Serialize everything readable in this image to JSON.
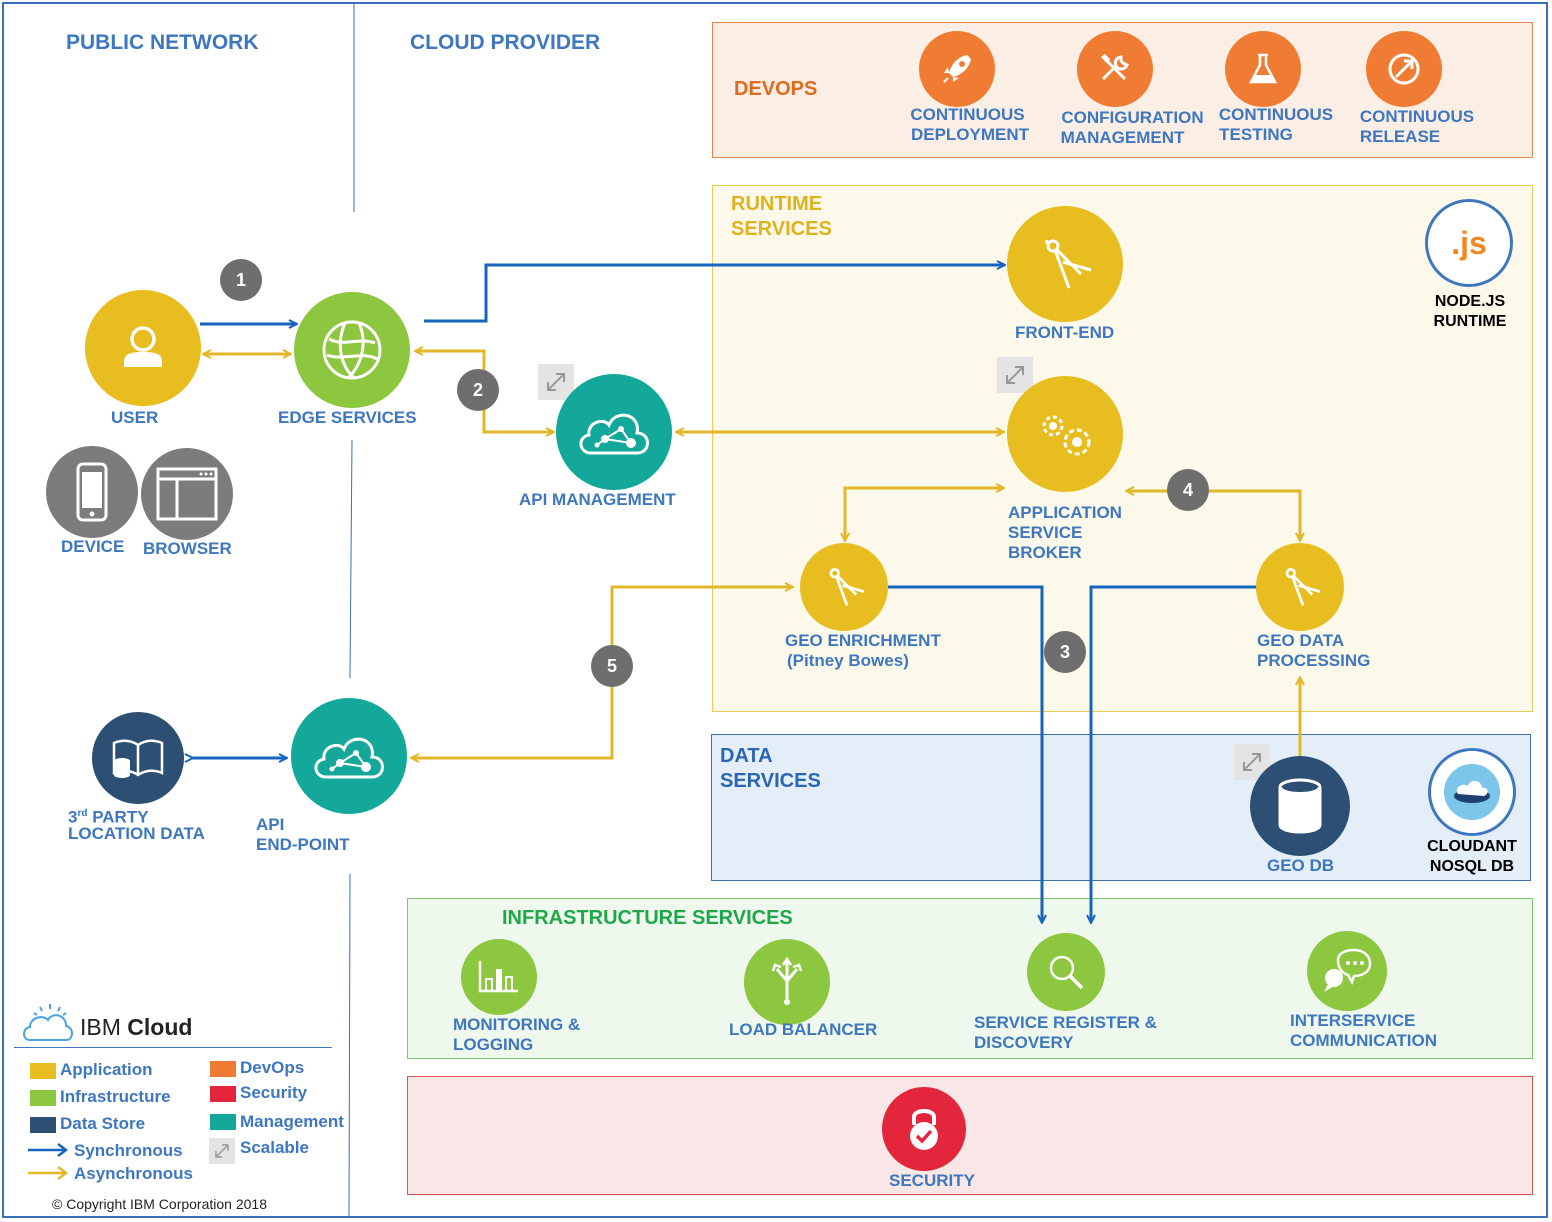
{
  "sections": {
    "public_network": "PUBLIC NETWORK",
    "cloud_provider": "CLOUD PROVIDER",
    "devops": "DEVOPS",
    "runtime_line1": "RUNTIME",
    "runtime_line2": "SERVICES",
    "data_line1": "DATA",
    "data_line2": "SERVICES",
    "infrastructure": "INFRASTRUCTURE SERVICES"
  },
  "devops": {
    "continuous_deployment": [
      "CONTINUOUS",
      "DEPLOYMENT"
    ],
    "configuration_management": [
      "CONFIGURATION",
      "MANAGEMENT"
    ],
    "continuous_testing": [
      "CONTINUOUS",
      "TESTING"
    ],
    "continuous_release": [
      "CONTINUOUS",
      "RELEASE"
    ]
  },
  "nodes": {
    "user": "USER",
    "edge_services": "EDGE SERVICES",
    "device": "DEVICE",
    "browser": "BROWSER",
    "api_management": "API MANAGEMENT",
    "front_end": "FRONT-END",
    "app_broker": [
      "APPLICATION",
      "SERVICE",
      "BROKER"
    ],
    "geo_enrichment": [
      "GEO ENRICHMENT",
      "(Pitney Bowes)"
    ],
    "geo_processing": [
      "GEO DATA",
      "PROCESSING"
    ],
    "third_party": [
      "PARTY",
      "LOCATION DATA"
    ],
    "third_party_num": "3",
    "third_party_sup": "rd",
    "api_endpoint": [
      "API",
      "END-POINT"
    ],
    "geo_db": "GEO DB",
    "nodejs_badge": ".js",
    "nodejs": [
      "NODE.JS",
      "RUNTIME"
    ],
    "cloudant": [
      "CLOUDANT",
      "NOSQL DB"
    ],
    "monitoring": [
      "MONITORING &",
      "LOGGING"
    ],
    "load_balancer": "LOAD BALANCER",
    "service_registry": [
      "SERVICE REGISTER &",
      "DISCOVERY"
    ],
    "interservice": [
      "INTERSERVICE",
      "COMMUNICATION"
    ],
    "security": "SECURITY"
  },
  "steps": [
    "1",
    "2",
    "3",
    "4",
    "5"
  ],
  "legend": {
    "brand_prefix": "IBM",
    "brand_bold": "Cloud",
    "items": [
      {
        "label": "Application",
        "color": "#e8bd1f"
      },
      {
        "label": "Infrastructure",
        "color": "#8dc63f"
      },
      {
        "label": "Data Store",
        "color": "#2d4f74"
      },
      {
        "label": "DevOps",
        "color": "#f07c33"
      },
      {
        "label": "Security",
        "color": "#e3263b"
      },
      {
        "label": "Management",
        "color": "#14a89a"
      },
      {
        "label": "Scalable",
        "color": "#e4e4e4"
      }
    ],
    "synchronous": "Synchronous",
    "asynchronous": "Asynchronous",
    "sync_color": "#1565c0",
    "async_color": "#e1b82a"
  },
  "copyright": "© Copyright IBM Corporation 2018"
}
